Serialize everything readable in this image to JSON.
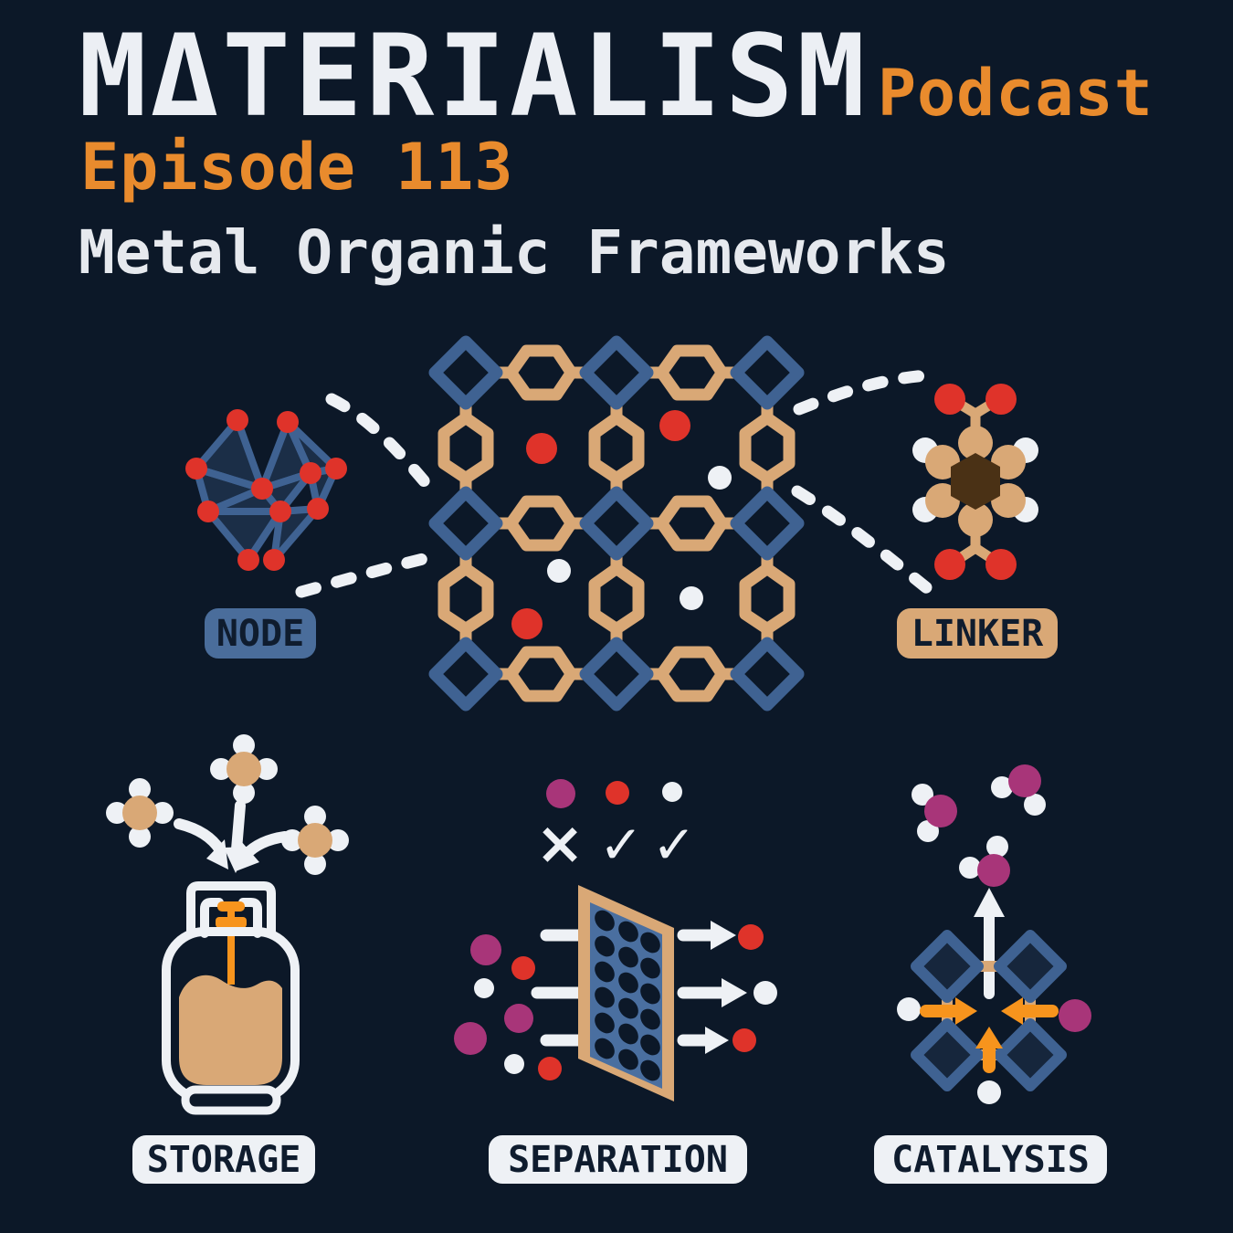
{
  "header": {
    "title": "MΔTERIALISM",
    "suffix": "Podcast",
    "episode": "Episode 113",
    "subtitle": "Metal Organic Frameworks"
  },
  "diagram": {
    "node_label": "NODE",
    "linker_label": "LINKER"
  },
  "applications": {
    "storage_label": "STORAGE",
    "separation_label": "SEPARATION",
    "catalysis_label": "CATALYSIS",
    "separation_marks": {
      "reject": "×",
      "pass1": "✓",
      "pass2": "✓"
    }
  },
  "icons": {
    "node_icon": "metal-cluster-polyhedra",
    "linker_icon": "organic-linker-molecule",
    "lattice_icon": "mof-framework-grid",
    "storage_icon": "gas-cylinder-with-molecules",
    "separation_icon": "porous-membrane-with-arrows",
    "catalysis_icon": "catalytic-cage-with-arrows"
  },
  "colors": {
    "background": "#0c1828",
    "off_white": "#eceff4",
    "orange_text": "#e98b2d",
    "orange_arrow": "#f7941d",
    "tan": "#d9a876",
    "steel_blue": "#3f6292",
    "label_blue": "#4a6d9b",
    "red": "#df332a",
    "magenta": "#a83579",
    "brown": "#4a3115",
    "dark_text": "#0f1c2e"
  }
}
